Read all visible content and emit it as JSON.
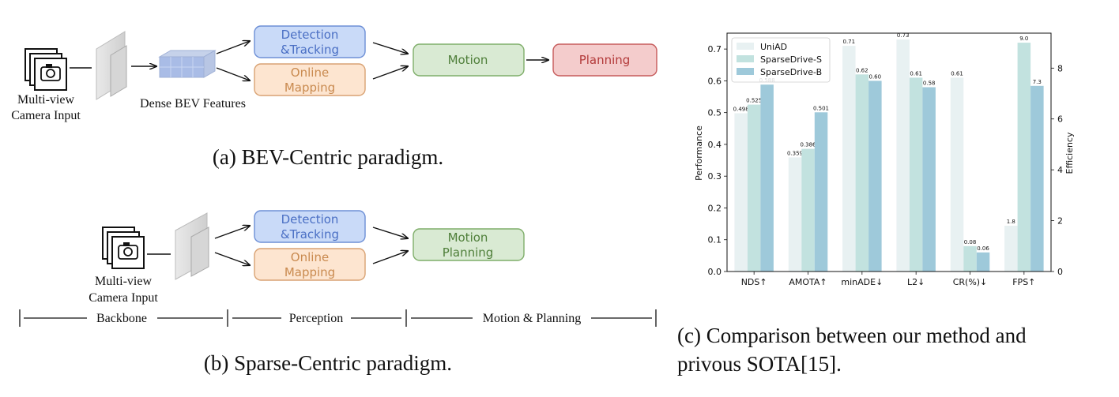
{
  "panel_a": {
    "camera_label_1": "Multi-view",
    "camera_label_2": "Camera Input",
    "bev_label": "Dense BEV Features",
    "detection_1": "Detection",
    "detection_2": "&Tracking",
    "mapping_1": "Online",
    "mapping_2": "Mapping",
    "motion": "Motion",
    "planning": "Planning",
    "caption": "(a) BEV-Centric paradigm."
  },
  "panel_b": {
    "camera_label_1": "Multi-view",
    "camera_label_2": "Camera Input",
    "detection_1": "Detection",
    "detection_2": "&Tracking",
    "mapping_1": "Online",
    "mapping_2": "Mapping",
    "motion_planning_1": "Motion",
    "motion_planning_2": "Planning",
    "stage_backbone": "Backbone",
    "stage_perception": "Perception",
    "stage_motion_planning": "Motion & Planning",
    "caption": "(b) Sparse-Centric paradigm."
  },
  "panel_c": {
    "caption_1": "(c) Comparison between our method and",
    "caption_2": "privous SOTA[15]."
  },
  "colors": {
    "detection_fill": "#c9daf8",
    "detection_stroke": "#6d8fd6",
    "detection_text": "#4a6fc4",
    "mapping_fill": "#fde5d0",
    "mapping_stroke": "#d9a273",
    "mapping_text": "#c98a4f",
    "motion_fill": "#d9ead3",
    "motion_stroke": "#7fae6a",
    "motion_text": "#4f7f3a",
    "planning_fill": "#f4cccc",
    "planning_stroke": "#c65b5b",
    "planning_text": "#b33b3b",
    "uniad": "#e8f1f2",
    "sparsedrive_s": "#c2e2df",
    "sparsedrive_b": "#9ec9da"
  },
  "chart_data": {
    "type": "bar",
    "categories": [
      "NDS↑",
      "AMOTA↑",
      "minADE↓",
      "L2↓",
      "CR(%)↓",
      "FPS↑"
    ],
    "series": [
      {
        "name": "UniAD",
        "values": [
          0.498,
          0.359,
          0.71,
          0.73,
          0.61,
          1.8
        ],
        "labels": [
          "0.498",
          "0.359",
          "0.71",
          "0.73",
          "0.61",
          "1.8"
        ]
      },
      {
        "name": "SparseDrive-S",
        "values": [
          0.525,
          0.386,
          0.62,
          0.61,
          0.08,
          9.0
        ],
        "labels": [
          "0.525",
          "0.386",
          "0.62",
          "0.61",
          "0.08",
          "9.0"
        ]
      },
      {
        "name": "SparseDrive-B",
        "values": [
          0.588,
          0.501,
          0.6,
          0.58,
          0.06,
          7.3
        ],
        "labels": [
          "0.588",
          "0.501",
          "0.60",
          "0.58",
          "0.06",
          "7.3"
        ]
      }
    ],
    "secondary_axis_categories": [
      "FPS↑"
    ],
    "ylabel": "Performance",
    "y2label": "Efficiency",
    "ylim": [
      0,
      0.75
    ],
    "y2lim": [
      0,
      9.375
    ],
    "yticks": [
      "0.0",
      "0.1",
      "0.2",
      "0.3",
      "0.4",
      "0.5",
      "0.6",
      "0.7"
    ],
    "y2ticks": [
      "0",
      "2",
      "4",
      "6",
      "8"
    ],
    "legend_position": "top-left",
    "grid": false
  }
}
